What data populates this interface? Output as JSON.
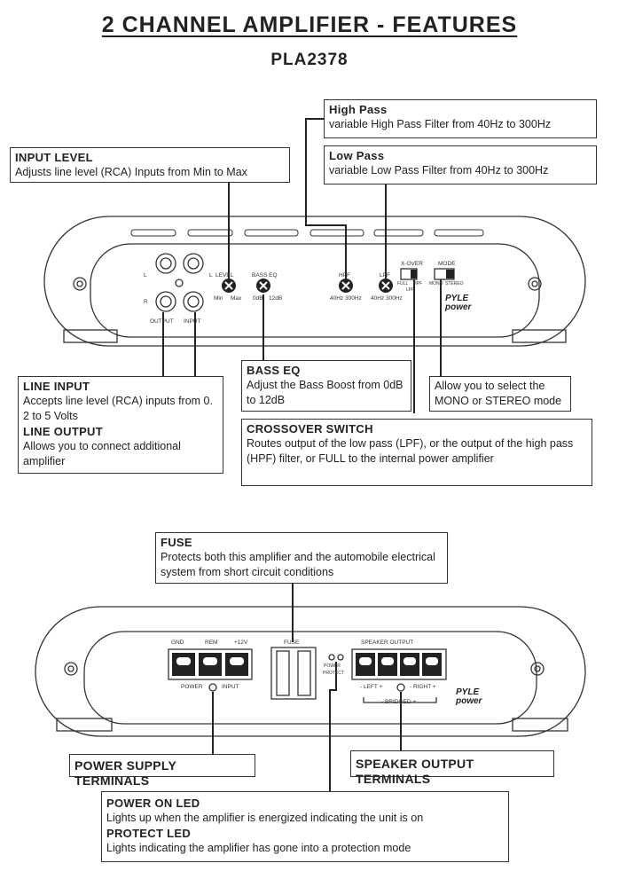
{
  "page": {
    "title": "2 CHANNEL AMPLIFIER - FEATURES",
    "model": "PLA2378"
  },
  "callouts": {
    "high_pass": {
      "heading": "High Pass",
      "text": "variable High Pass Filter from 40Hz to 300Hz"
    },
    "low_pass": {
      "heading": "Low Pass",
      "text": "variable Low Pass Filter from 40Hz to 300Hz"
    },
    "input_level": {
      "heading": "INPUT LEVEL",
      "text": "Adjusts line level (RCA) Inputs from Min to Max"
    },
    "line_input": {
      "heading": "LINE INPUT",
      "text": "Accepts line level (RCA) inputs from 0. 2 to 5 Volts"
    },
    "line_output": {
      "heading": "LINE OUTPUT",
      "text": "Allows you to connect additional amplifier"
    },
    "bass_eq": {
      "heading": "BASS EQ",
      "text": "Adjust the Bass Boost from 0dB to 12dB"
    },
    "mode": {
      "text": "Allow you to select the MONO or STEREO mode"
    },
    "crossover": {
      "heading": "CROSSOVER SWITCH",
      "text": "Routes output of the low pass (LPF), or the output of the high pass (HPF) filter, or FULL to the internal power amplifier"
    },
    "fuse": {
      "heading": "FUSE",
      "text": "Protects both this amplifier and the automobile electrical system from short circuit conditions"
    },
    "power_supply": {
      "heading": "POWER SUPPLY TERMINALS"
    },
    "speaker_output": {
      "heading": "SPEAKER OUTPUT TERMINALS"
    },
    "power_on_led": {
      "heading": "POWER ON LED",
      "text": "Lights up when the amplifier is energized indicating the unit is on"
    },
    "protect_led": {
      "heading": "PROTECT LED",
      "text": "Lights indicating the amplifier has gone into a protection mode"
    }
  },
  "panel_top": {
    "l": "L",
    "r": "R",
    "l2": "L",
    "output": "OUTPUT",
    "input": "INPUT",
    "level": "LEVEL",
    "min": "Min",
    "max": "Max",
    "bass_eq": "BASS EQ",
    "db0": "0dB",
    "db12": "12dB",
    "hpf": "HPF",
    "hpf_range": "40Hz 300Hz",
    "lpf": "LPF",
    "lpf_range": "40Hz 300Hz",
    "x_over": "X-OVER",
    "full": "FULL",
    "hpf_sw": "HPF",
    "lpf_sw": "LPF",
    "mode": "MODE",
    "mono": "MONO",
    "stereo": "STEREO",
    "brand_1": "PYLE",
    "brand_2": "power"
  },
  "panel_bottom": {
    "gnd": "GND",
    "rem": "REM",
    "plus12v": "+12V",
    "fuse": "FUSE",
    "power": "POWER",
    "protect": "PROTECT",
    "speaker_output": "SPEAKER OUTPUT",
    "power_input": "POWER",
    "input": "INPUT",
    "left": "- LEFT +",
    "right": "- RIGHT +",
    "bridged": "- BRIDGED +",
    "brand_1": "PYLE",
    "brand_2": "power"
  }
}
